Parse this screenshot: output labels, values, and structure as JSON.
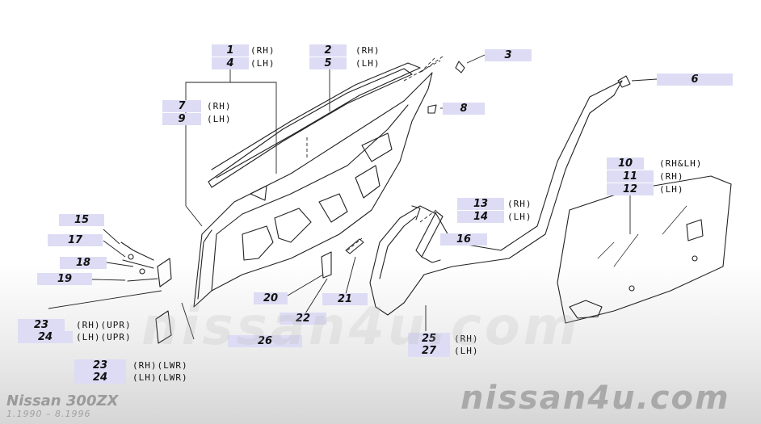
{
  "callouts": [
    {
      "num": "1",
      "note": "(RH)"
    },
    {
      "num": "4",
      "note": "(LH)"
    },
    {
      "num": "2",
      "note": "(RH)"
    },
    {
      "num": "5",
      "note": "(LH)"
    },
    {
      "num": "3",
      "note": ""
    },
    {
      "num": "6",
      "note": ""
    },
    {
      "num": "7",
      "note": "(RH)"
    },
    {
      "num": "9",
      "note": "(LH)"
    },
    {
      "num": "8",
      "note": ""
    },
    {
      "num": "10",
      "note": "(RH&LH)"
    },
    {
      "num": "11",
      "note": "(RH)"
    },
    {
      "num": "12",
      "note": "(LH)"
    },
    {
      "num": "13",
      "note": "(RH)"
    },
    {
      "num": "14",
      "note": "(LH)"
    },
    {
      "num": "15",
      "note": ""
    },
    {
      "num": "16",
      "note": ""
    },
    {
      "num": "17",
      "note": ""
    },
    {
      "num": "18",
      "note": ""
    },
    {
      "num": "19",
      "note": ""
    },
    {
      "num": "20",
      "note": ""
    },
    {
      "num": "21",
      "note": ""
    },
    {
      "num": "22",
      "note": ""
    },
    {
      "num": "23",
      "note": "(RH)(UPR)"
    },
    {
      "num": "24",
      "note": "(LH)(UPR)"
    },
    {
      "num": "23",
      "note": "(RH)(LWR)"
    },
    {
      "num": "24",
      "note": "(LH)(LWR)"
    },
    {
      "num": "25",
      "note": "(RH)"
    },
    {
      "num": "27",
      "note": "(LH)"
    },
    {
      "num": "26",
      "note": ""
    }
  ],
  "watermark": {
    "center": "nissan4u.com",
    "corner": "nissan4u.com"
  },
  "model": {
    "name": "Nissan 300ZX",
    "years": "1.1990 – 8.1996"
  },
  "colors": {
    "callout_bg": "#dddcf4",
    "line": "#222222"
  }
}
